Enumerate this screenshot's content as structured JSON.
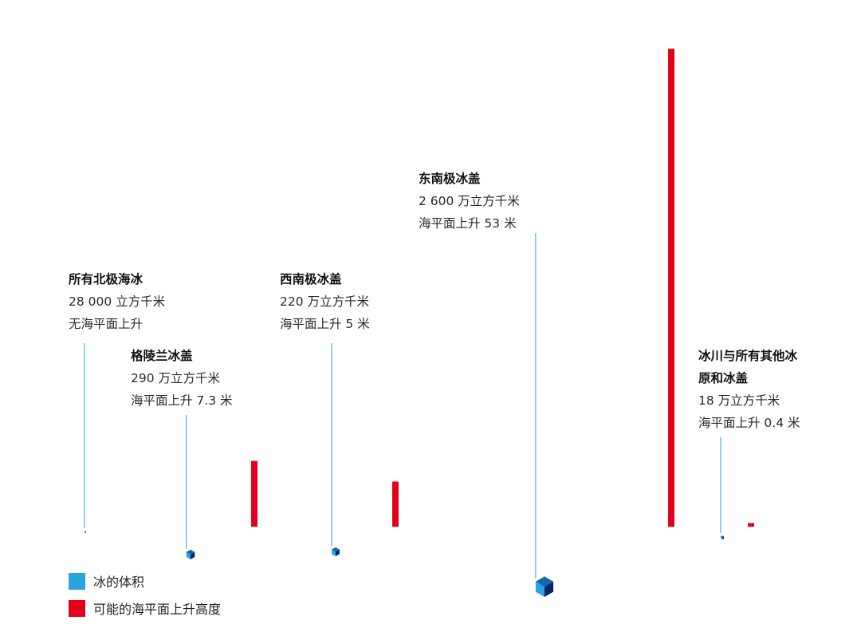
{
  "colors": {
    "cube_front": "#2aa3df",
    "cube_top": "#0a6ab5",
    "cube_side": "#072766",
    "sea_level_bar": "#e3001b",
    "leader_line": "#2aa3df"
  },
  "chart_data": {
    "type": "isometric-cube-and-bar",
    "categories": [
      "所有北极海冰",
      "格陵兰冰盖",
      "西南极冰盖",
      "东南极冰盖",
      "冰川与所有其他冰原和冰盖"
    ],
    "series": [
      {
        "name": "冰的体积",
        "unit": "立方千米",
        "values": [
          28000,
          2900000,
          2200000,
          26000000,
          180000
        ]
      },
      {
        "name": "可能的海平面上升高度",
        "unit": "米",
        "values": [
          0,
          7.3,
          5,
          53,
          0.4
        ]
      }
    ],
    "labels": [
      {
        "title": "所有北极海冰",
        "lines": [
          "28 000 立方千米",
          "无海平面上升"
        ]
      },
      {
        "title": "格陵兰冰盖",
        "lines": [
          "290 万立方千米",
          "海平面上升 7.3 米"
        ]
      },
      {
        "title": "西南极冰盖",
        "lines": [
          "220 万立方千米",
          "海平面上升 5 米"
        ]
      },
      {
        "title": "东南极冰盖",
        "lines": [
          "2 600 万立方千米",
          "海平面上升 53 米"
        ]
      },
      {
        "title": "冰川与所有其他冰",
        "title2": "原和冰盖",
        "lines": [
          "18 万立方千米",
          "海平面上升 0.4 米"
        ]
      }
    ],
    "legend": {
      "position": "bottom-left",
      "items": [
        {
          "label": "冰的体积",
          "color": "#2aa3df"
        },
        {
          "label": "可能的海平面上升高度",
          "color": "#e3001b"
        }
      ]
    }
  }
}
